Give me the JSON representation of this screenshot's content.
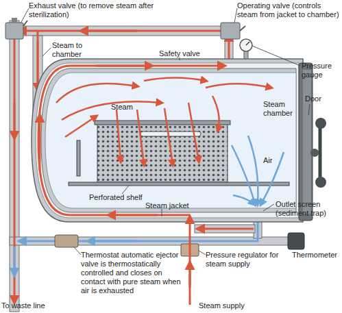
{
  "diagram": {
    "labels": [
      "Exhaust valve (to remove steam after sterilization)",
      "Operating valve (controls steam from jacket to chamber)",
      "Steam to chamber",
      "Safety valve",
      "Pressure gauge",
      "Steam",
      "Steam chamber",
      "Door",
      "Air",
      "Perforated shelf",
      "Outlet screen (sediment trap)",
      "Steam jacket",
      "Thermometer",
      "Thermostat automatic ejector valve is thermostatically controlled and closes on contact with pure steam when air is exhausted",
      "Pressure regulator for steam supply",
      "To waste line",
      "Steam supply"
    ]
  }
}
